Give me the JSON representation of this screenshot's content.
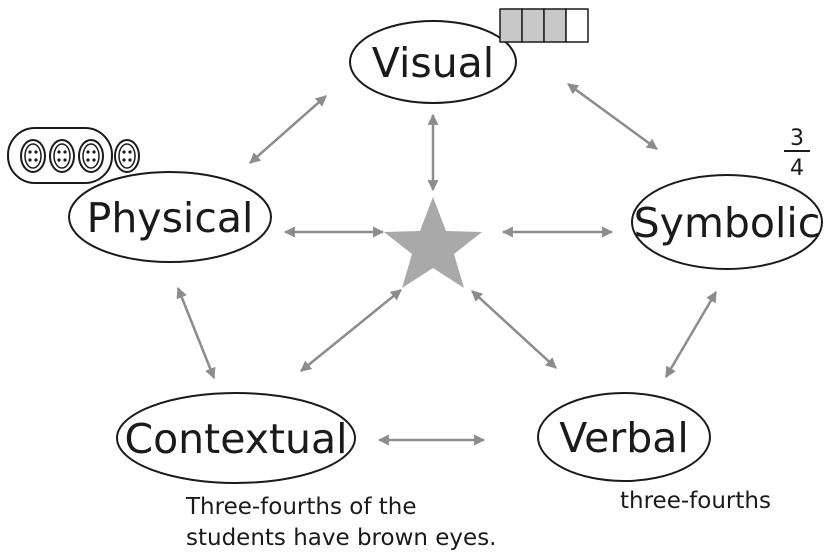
{
  "nodes": {
    "visual": {
      "label": "Visual"
    },
    "physical": {
      "label": "Physical"
    },
    "symbolic": {
      "label": "Symbolic"
    },
    "contextual": {
      "label": "Contextual"
    },
    "verbal": {
      "label": "Verbal"
    }
  },
  "symbolic_fraction": {
    "numerator": "3",
    "denominator": "4"
  },
  "captions": {
    "contextual_line1": "Three-fourths of the",
    "contextual_line2": "students have brown eyes.",
    "verbal": "three-fourths"
  },
  "visual_model": {
    "total_parts": 4,
    "shaded_parts": 3
  },
  "physical_model": {
    "button_count": 4
  },
  "colors": {
    "arrow": "#8c8c8c",
    "star": "#a9a9a9",
    "shaded_part": "#c8c8c8",
    "outline": "#1a1a1a"
  }
}
